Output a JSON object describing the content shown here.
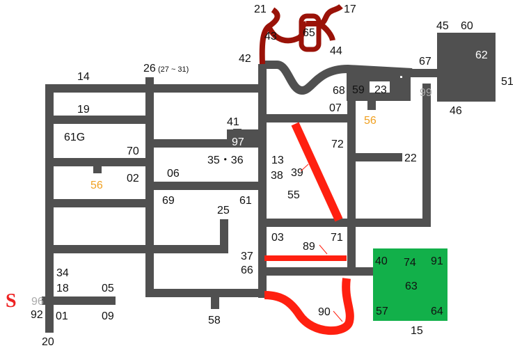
{
  "colors": {
    "track": "#505050",
    "red": "#ff2010",
    "dark_red": "#9a1208",
    "green": "#12b04a",
    "orange": "#f0a020",
    "box": "#505050"
  },
  "labels": {
    "start": "S",
    "n96": "96",
    "n92": "92",
    "n01": "01",
    "n20": "20",
    "n34": "34",
    "n18": "18",
    "n05": "05",
    "n09": "09",
    "n14": "14",
    "n19": "19",
    "n61g": "61G",
    "n70": "70",
    "n56a": "56",
    "n02": "02",
    "n26": "26",
    "n26_sub": "(27 ~ 31)",
    "n06": "06",
    "n69": "69",
    "n41": "41",
    "n97": "97",
    "n35_36": "35・36",
    "n25": "25",
    "n61": "61",
    "n37": "37",
    "n66": "66",
    "n58": "58",
    "n42": "42",
    "n21": "21",
    "n43": "43",
    "n65": "65",
    "n17": "17",
    "n44": "44",
    "n13": "13",
    "n38": "38",
    "n39": "39",
    "n55": "55",
    "n72": "72",
    "n68": "68",
    "n59": "59",
    "n23": "23",
    "n07": "07",
    "n56b": "56",
    "n99": "99",
    "n22": "22",
    "n03": "03",
    "n71": "71",
    "n89": "89",
    "n90": "90",
    "n45": "45",
    "n60": "60",
    "n62": "62",
    "n51": "51",
    "n67": "67",
    "n46": "46",
    "n40": "40",
    "n74": "74",
    "n91": "91",
    "n63": "63",
    "n57": "57",
    "n64": "64",
    "n15": "15"
  }
}
